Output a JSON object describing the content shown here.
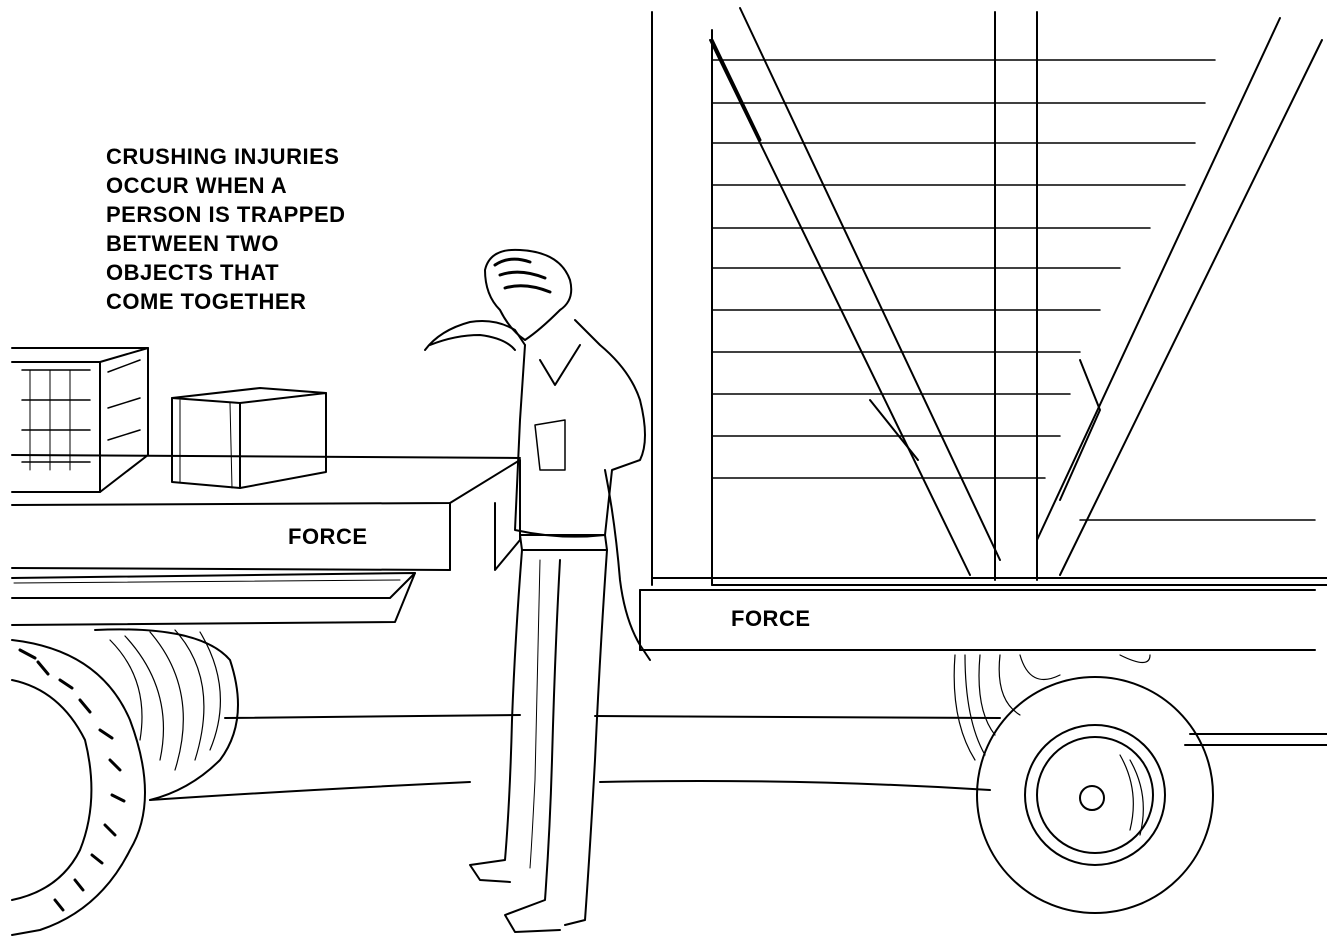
{
  "caption": {
    "lines": [
      "CRUSHING INJURIES",
      "OCCUR WHEN A",
      "PERSON IS TRAPPED",
      "BETWEEN TWO",
      "OBJECTS THAT",
      "COME TOGETHER"
    ]
  },
  "labels": {
    "force_left": "FORCE",
    "force_right": "FORCE"
  },
  "colors": {
    "ink": "#000000",
    "paper": "#ffffff"
  }
}
